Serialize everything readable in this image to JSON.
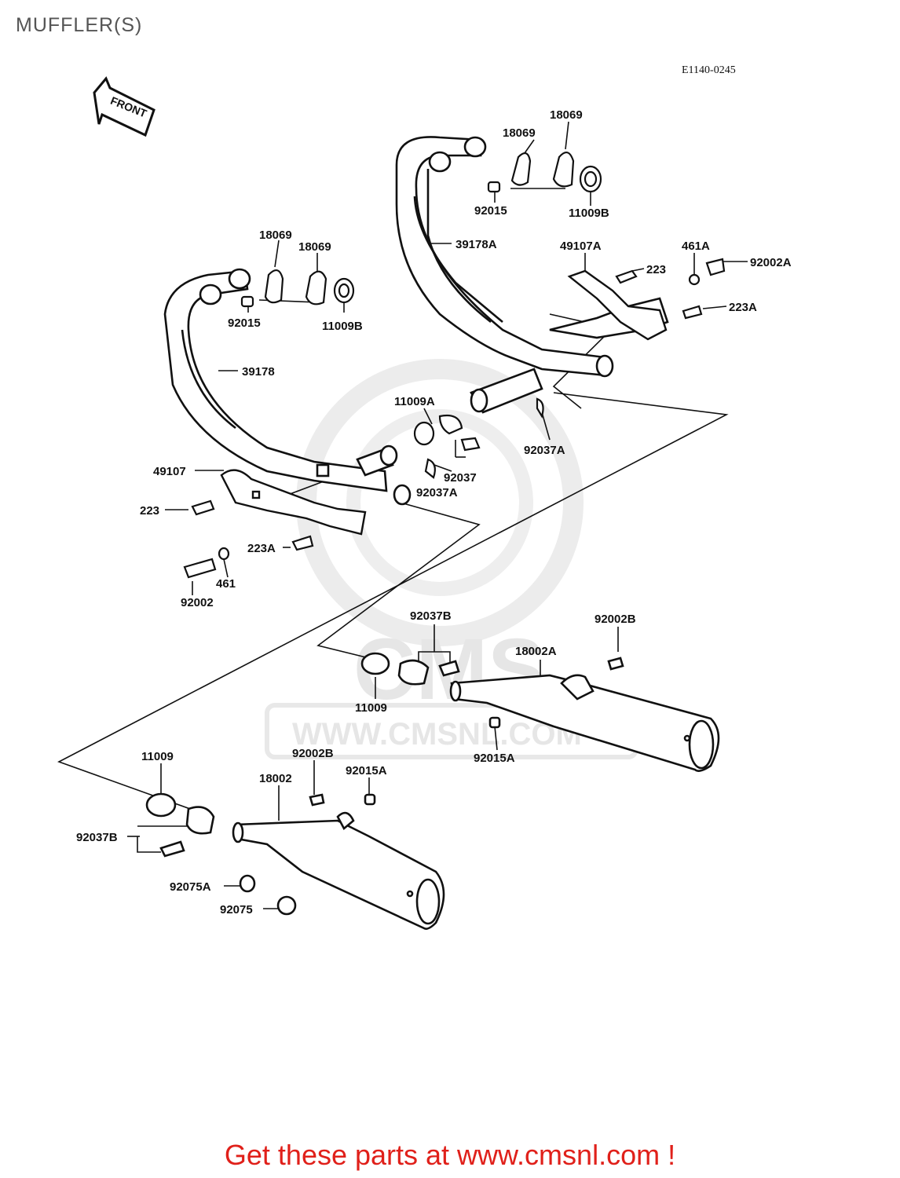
{
  "header": {
    "title": "MUFFLER(S)",
    "diagram_code": "E1140-0245"
  },
  "front_arrow_label": "FRONT",
  "watermark": {
    "brand": "CMS",
    "url": "WWW.CMSNL.COM"
  },
  "labels": {
    "p18069_a": "18069",
    "p18069_b": "18069",
    "p92015_r": "92015",
    "p11009b_r": "11009B",
    "p39178a": "39178A",
    "p49107a": "49107A",
    "p223_r": "223",
    "p461a": "461A",
    "p92002a": "92002A",
    "p223a_r": "223A",
    "p92037a_r": "92037A",
    "p18069_c": "18069",
    "p18069_d": "18069",
    "p92015_l": "92015",
    "p11009b_l": "11009B",
    "p39178": "39178",
    "p11009a": "11009A",
    "p92037": "92037",
    "p92037a_l": "92037A",
    "p49107": "49107",
    "p223_l": "223",
    "p223a_l": "223A",
    "p461": "461",
    "p92002": "92002",
    "p92037b_r": "92037B",
    "p92002b_r": "92002B",
    "p18002a": "18002A",
    "p11009_r": "11009",
    "p92015a_r": "92015A",
    "p11009_l": "11009",
    "p92002b_l": "92002B",
    "p92015a_l": "92015A",
    "p18002": "18002",
    "p92037b_l": "92037B",
    "p92075a": "92075A",
    "p92075": "92075"
  },
  "footer": {
    "text": "Get these parts at www.cmsnl.com !"
  }
}
